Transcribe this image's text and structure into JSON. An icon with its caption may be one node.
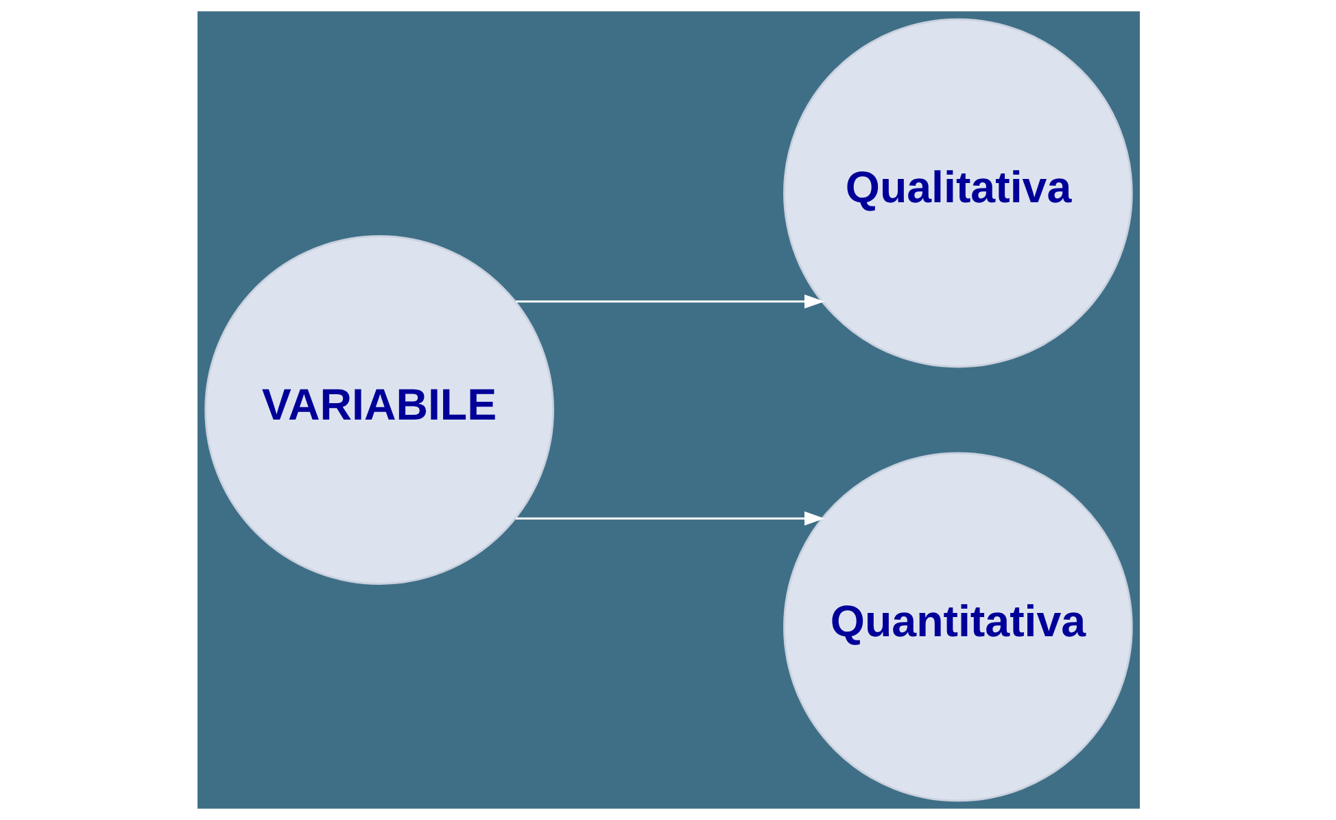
{
  "diagram": {
    "nodes": [
      {
        "text": [
          "VARIABILE"
        ]
      },
      {
        "text": [
          "Qualitativa"
        ]
      },
      {
        "text": [
          "Quantitativa"
        ]
      }
    ],
    "edges": [
      {
        "from": 0,
        "to": 1,
        "arrow": "to"
      },
      {
        "from": 0,
        "to": 2,
        "arrow": "to"
      }
    ]
  }
}
